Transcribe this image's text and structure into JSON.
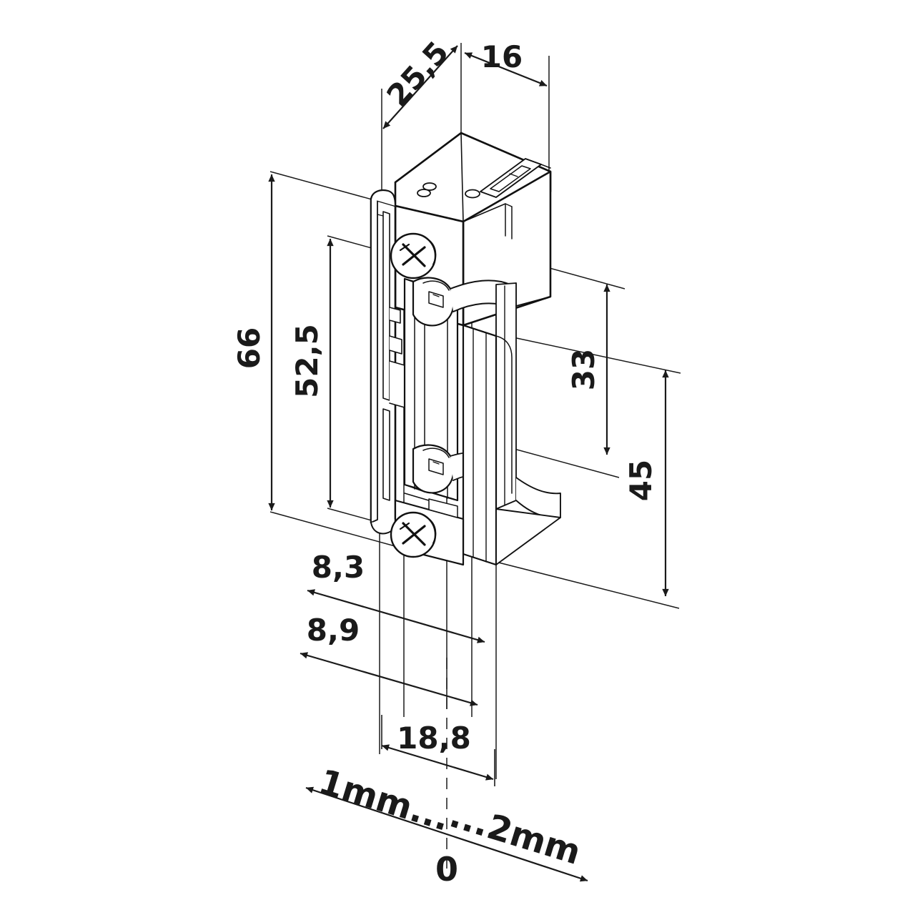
{
  "drawing": {
    "title": "Electric door strike - isometric dimensioned drawing",
    "units": "mm",
    "line_color": "#1a1a1a",
    "text_color": "#141414",
    "background": "#ffffff"
  },
  "dimensions": {
    "depth_total": "25,5",
    "faceplate_width": "16",
    "height_total": "66",
    "height_body": "52,5",
    "height_upper_latch": "33",
    "height_lower": "45",
    "offset_a": "8,3",
    "offset_b": "8,9",
    "faceplate_offset": "18,8"
  },
  "scale_note": {
    "left_label": "1mm...",
    "right_label": "...2mm",
    "zero_label": "0"
  },
  "icons": {
    "screw_top": "phillips-screw-icon",
    "screw_bottom": "phillips-screw-icon",
    "arrow": "dimension-arrow-icon"
  }
}
